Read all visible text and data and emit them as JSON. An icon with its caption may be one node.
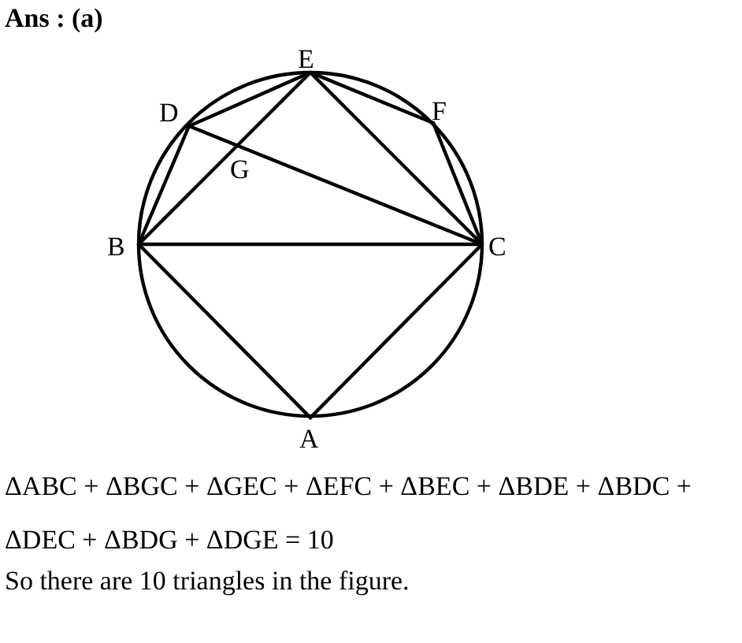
{
  "diagram": {
    "title": "Ans :  (a)",
    "labels": [
      "E",
      "D",
      "F",
      "G",
      "B",
      "C",
      "A",
      "ΔABC + ΔBGC + ΔGEC + ΔEFC + ΔBEC + ΔBDE + ΔBDC + ΔDEC + ΔBDG + ΔDGE = 10",
      "So there are 10 triangles in the figure."
    ]
  }
}
